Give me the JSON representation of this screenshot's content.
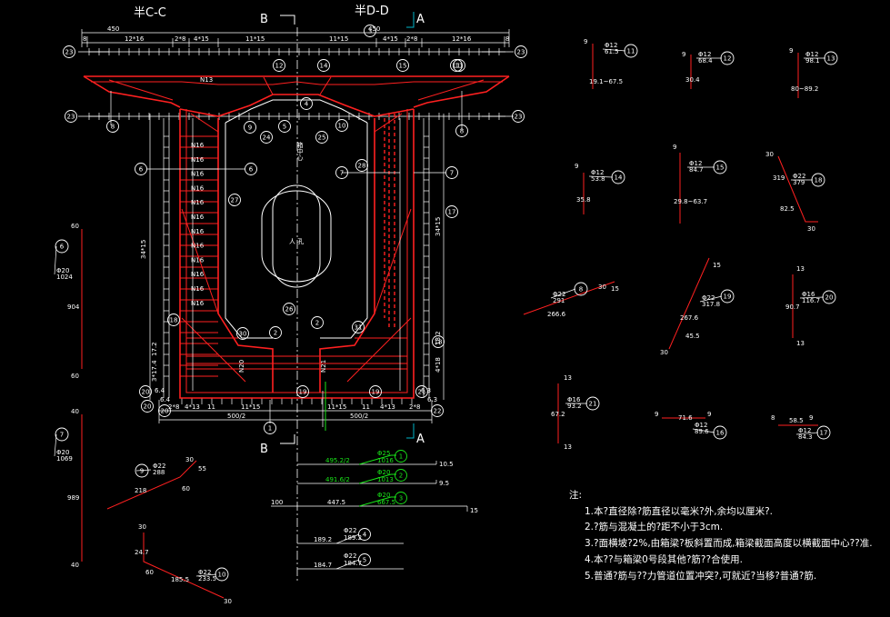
{
  "drawing": {
    "left_section_label": "半C-C",
    "right_section_label": "半D-D",
    "cut_b_top": "B",
    "cut_b_bottom": "B",
    "cut_a_top": "A",
    "cut_a_bottom": "A",
    "top_total_dims": [
      "450",
      "450"
    ],
    "top_dims_left": [
      "12*16",
      "2*8",
      "4*15",
      "11*15"
    ],
    "top_dims_right": [
      "11*15",
      "4*15",
      "2*8",
      "12*16"
    ],
    "small_dims": [
      "8",
      "8"
    ],
    "bottom_dims": [
      "500/2",
      "500/2"
    ],
    "bottom_small_dims": [
      "2*8",
      "4*13",
      "11",
      "11*15",
      "11*15",
      "11",
      "4*13",
      "2*8"
    ],
    "web_height_dims": [
      "34*15",
      "34*15"
    ],
    "lower_dims": [
      "17.2",
      "3*17.4",
      "18.2",
      "4*18"
    ],
    "side_dims": [
      "6.4",
      "6.4",
      "6.3",
      "6.3"
    ],
    "center_text": "箱中心",
    "manhole_text": "人 孔",
    "inner_labels": [
      "N13",
      "N20",
      "N21"
    ],
    "n16_labels": [
      "N16",
      "N16",
      "N16",
      "N16",
      "N16",
      "N16",
      "N16",
      "N16",
      "N16",
      "N16",
      "N16",
      "N16"
    ],
    "callouts": [
      "23",
      "23",
      "23",
      "23",
      "12",
      "14",
      "15",
      "11",
      "11",
      "3",
      "4",
      "9",
      "24",
      "5",
      "25",
      "10",
      "8",
      "8",
      "6",
      "6",
      "7",
      "7",
      "27",
      "28",
      "17",
      "26",
      "30",
      "2",
      "2",
      "31",
      "18",
      "18",
      "1",
      "19",
      "19",
      "20",
      "20",
      "21",
      "20",
      "22"
    ],
    "green_bars": [
      {
        "num": "1",
        "spec": "Φ25",
        "len": "1016",
        "label": "495.2/2",
        "end": "10.5"
      },
      {
        "num": "2",
        "spec": "Φ20",
        "len": "1013",
        "label": "491.6/2",
        "end": "9.5"
      },
      {
        "num": "3",
        "spec": "Φ20",
        "len": "667.5",
        "label": "447.5",
        "end": "15",
        "start": "100"
      }
    ],
    "white_bars": [
      {
        "num": "4",
        "spec": "Φ22",
        "len": "189.2",
        "label": "189.2"
      },
      {
        "num": "5",
        "spec": "Φ22",
        "len": "184.7",
        "label": "184.7"
      }
    ],
    "details": [
      {
        "num": "11",
        "spec": "Φ12",
        "len": "61.5",
        "dims": [
          "9",
          "19.1~67.5"
        ]
      },
      {
        "num": "12",
        "spec": "Φ12",
        "len": "68.4",
        "dims": [
          "9",
          "30.4"
        ]
      },
      {
        "num": "13",
        "spec": "Φ12",
        "len": "98.1",
        "dims": [
          "9",
          "80~89.2"
        ]
      },
      {
        "num": "14",
        "spec": "Φ12",
        "len": "53.8",
        "dims": [
          "9",
          "35.8",
          "9"
        ]
      },
      {
        "num": "15",
        "spec": "Φ12",
        "len": "84.7",
        "dims": [
          "9",
          "29.8~63.7",
          "9"
        ]
      },
      {
        "num": "18",
        "spec": "Φ22",
        "len": "379",
        "dims": [
          "30",
          "319",
          "30",
          "82.5"
        ]
      },
      {
        "num": "6",
        "spec": "Φ20",
        "len": "1024",
        "dims": [
          "60",
          "904",
          "60"
        ]
      },
      {
        "num": "8",
        "spec": "Φ22",
        "len": "291",
        "dims": [
          "15",
          "266.6",
          "30"
        ]
      },
      {
        "num": "19",
        "spec": "Φ22",
        "len": "317.8",
        "dims": [
          "15",
          "267.6",
          "30",
          "45.5"
        ]
      },
      {
        "num": "20",
        "spec": "Φ16",
        "len": "116.7",
        "dims": [
          "13",
          "90.7",
          "13"
        ]
      },
      {
        "num": "7",
        "spec": "Φ20",
        "len": "1069",
        "dims": [
          "40",
          "989",
          "40"
        ]
      },
      {
        "num": "9",
        "spec": "Φ22",
        "len": "288",
        "dims": [
          "30",
          "218",
          "55",
          "60"
        ]
      },
      {
        "num": "21",
        "spec": "Φ16",
        "len": "93.2",
        "dims": [
          "13",
          "67.2",
          "13"
        ]
      },
      {
        "num": "16",
        "spec": "Φ12",
        "len": "89.6",
        "dims": [
          "9",
          "71.6",
          "9"
        ]
      },
      {
        "num": "17",
        "spec": "Φ12",
        "len": "84.3",
        "dims": [
          "8",
          "58.5",
          "9"
        ]
      },
      {
        "num": "10",
        "spec": "Φ22",
        "len": "233.5",
        "dims": [
          "30",
          "24.7",
          "185.5",
          "30",
          "60"
        ]
      }
    ]
  },
  "notes": {
    "title": "注:",
    "items": [
      "1.本?直径除?筋直径以毫米?外,余均以厘米?.",
      "2.?筋与混凝土的?距不小于3cm.",
      "3.?面横坡?2%,由箱梁?板斜置而成,箱梁截面高度以横截面中心??准.",
      "4.本??与箱梁0号段其他?筋??合使用.",
      "5.普通?筋与??力管道位置冲突?,可就近?当移?普通?筋."
    ]
  },
  "colors": {
    "background": "#000000",
    "line": "#ffffff",
    "rebar": "#ff2020",
    "highlight": "#19e619",
    "cut_marker": "#00b4c8"
  }
}
